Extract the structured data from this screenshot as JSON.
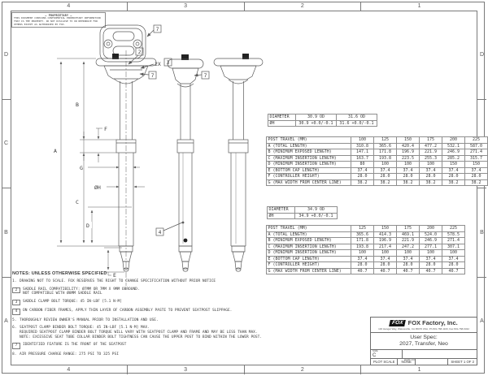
{
  "zones": {
    "cols": [
      "4",
      "3",
      "2",
      "1"
    ],
    "rows": [
      "D",
      "C",
      "B",
      "A"
    ]
  },
  "proprietary": {
    "title": "— PROPRIETARY —",
    "body": "THIS DOCUMENT CONTAINS CONFIDENTIAL PROPRIETARY INFORMATION THAT IS THE PROPERTY. DO NOT DISCLOSE TO OR REPRODUCE FOR OTHERS EXCEPT AS AUTHORIZED BY FOX."
  },
  "tables": {
    "dia1": {
      "rows": [
        {
          "label": "DIAMETER",
          "values": [
            "30.9 OD",
            "31.6 OD"
          ]
        },
        {
          "label": "ØH",
          "values": [
            "30.9 +0.0/-0.1",
            "31.6 +0.0/-0.1"
          ]
        }
      ]
    },
    "travel1": {
      "header": [
        "POST TRAVEL (MM)",
        "100",
        "125",
        "150",
        "175",
        "200",
        "225"
      ],
      "rows": [
        {
          "label": "A (TOTAL LENGTH)",
          "values": [
            "310.8",
            "365.6",
            "420.4",
            "477.2",
            "532.1",
            "587.0"
          ]
        },
        {
          "label": "B (MINIMUM EXPOSED LENGTH)",
          "values": [
            "147.1",
            "171.8",
            "196.9",
            "221.9",
            "246.9",
            "271.4"
          ]
        },
        {
          "label": "C (MAXIMUM INSERTION LENGTH)",
          "values": [
            "163.7",
            "193.8",
            "223.5",
            "255.3",
            "285.2",
            "315.7"
          ]
        },
        {
          "label": "D (MINIMUM INSERTION LENGTH)",
          "values": [
            "80",
            "100",
            "100",
            "100",
            "150",
            "150"
          ]
        },
        {
          "label": "E (BOTTOM CAP LENGTH)",
          "values": [
            "37.4",
            "37.4",
            "37.4",
            "37.4",
            "37.4",
            "37.4"
          ]
        },
        {
          "label": "F (CONTROLLER HEIGHT)",
          "values": [
            "28.0",
            "28.0",
            "28.0",
            "28.0",
            "28.0",
            "28.0"
          ]
        },
        {
          "label": "G (MAX WIDTH FROM CENTER LINE)",
          "values": [
            "38.2",
            "38.2",
            "38.2",
            "38.2",
            "38.2",
            "38.2"
          ]
        }
      ]
    },
    "dia2": {
      "rows": [
        {
          "label": "DIAMETER",
          "values": [
            "34.9 OD"
          ]
        },
        {
          "label": "ØH",
          "values": [
            "34.9 +0.0/-0.1"
          ]
        }
      ]
    },
    "travel2": {
      "header": [
        "POST TRAVEL (MM)",
        "125",
        "150",
        "175",
        "200",
        "225"
      ],
      "rows": [
        {
          "label": "A (TOTAL LENGTH)",
          "values": [
            "365.6",
            "414.3",
            "469.1",
            "524.0",
            "578.5"
          ]
        },
        {
          "label": "B (MINIMUM EXPOSED LENGTH)",
          "values": [
            "171.8",
            "196.9",
            "221.9",
            "246.9",
            "271.4"
          ]
        },
        {
          "label": "C (MAXIMUM INSERTION LENGTH)",
          "values": [
            "193.8",
            "217.4",
            "247.2",
            "277.1",
            "307.1"
          ]
        },
        {
          "label": "D (MINIMUM INSERTION LENGTH)",
          "values": [
            "100",
            "100",
            "100",
            "100",
            "100"
          ]
        },
        {
          "label": "E (BOTTOM CAP LENGTH)",
          "values": [
            "37.4",
            "37.4",
            "37.4",
            "37.4",
            "37.4"
          ]
        },
        {
          "label": "F (CONTROLLER HEIGHT)",
          "values": [
            "28.0",
            "28.0",
            "28.0",
            "28.0",
            "28.0"
          ]
        },
        {
          "label": "G (MAX WIDTH FROM CENTER LINE)",
          "values": [
            "40.7",
            "40.7",
            "40.7",
            "40.7",
            "40.7"
          ]
        }
      ]
    }
  },
  "notes": {
    "title": "NOTES: UNLESS OTHERWISE SPECIFIED",
    "items": [
      {
        "marker": "1.",
        "boxed": false,
        "text": "DRAWING NOT TO SCALE. FOX RESERVES THE RIGHT TO CHANGE SPECIFICATION WITHOUT PRIOR NOTICE"
      },
      {
        "marker": "2",
        "boxed": true,
        "text": "SADDLE RAIL COMPATIBILITY: Ø7MM OR 7MM X 9MM OBROUND.\nNOT COMPATIBLE WITH Ø8MM SADDLE RAIL"
      },
      {
        "marker": "3",
        "boxed": true,
        "text": "SADDLE CLAMP BOLT TORQUE: 45 IN-LBF [5.1 N·M]"
      },
      {
        "marker": "4",
        "boxed": true,
        "text": "ON CARBON FIBER FRAMES, APPLY THIN LAYER OF CARBON ASSEMBLY PASTE TO PREVENT SEATPOST SLIPPAGE."
      },
      {
        "marker": "5.",
        "boxed": false,
        "text": "THOROUGHLY REVIEW OWNER'S MANUAL PRIOR TO INSTALLATION AND USE."
      },
      {
        "marker": "6.",
        "boxed": false,
        "text": "SEATPOST CLAMP BINDER BOLT TORQUE: 45 IN-LBF [5.1 N·M] MAX.\nREQUIRED SEATPOST CLAMP BINDER BOLT TORQUE WILL VARY WITH SEATPOST CLAMP AND FRAME AND MAY BE LESS THAN MAX.\nNOTE: EXCESSIVE SEAT TUBE COLLAR BINDER BOLT TIGHTNESS CAN CAUSE THE UPPER POST TO BIND WITHIN THE LOWER POST."
      },
      {
        "marker": "7",
        "boxed": true,
        "text": "IDENTIFIED FEATURE IS THE FRONT OF THE SEATPOST"
      },
      {
        "marker": "8.",
        "boxed": false,
        "text": "AIR PRESSURE CHARGE RANGE: 275 PSI TO 325 PSI"
      }
    ]
  },
  "title_block": {
    "logo": "FOX",
    "company": "FOX Factory, Inc.",
    "address": "130 Hangar Way, Watsonville, CA 95076 USA, Ph 831-768-1100, Fax 831-768-9342",
    "title_line1": "User Spec:",
    "title_line2": "2027, Transfer, Neo",
    "size_label": "SIZE",
    "size_value": "C",
    "part_no_label": "PART NO.",
    "plot_scale_label": "PLOT SCALE",
    "plot_scale_value": "NONE",
    "sheet": "SHEET 1 OF 2"
  },
  "labels": {
    "A": "A",
    "B": "B",
    "C": "C",
    "D": "D",
    "E": "E",
    "F": "F",
    "G": "G",
    "H": "ØH",
    "two_x": "2X"
  },
  "balloons": {
    "top_view": "7",
    "saddle_clamp": "2",
    "clamp_bolt": "3",
    "front_head": "7",
    "mid_head": "7",
    "lower_tube": "4"
  },
  "colors": {
    "line": "#5a5a5a",
    "text": "#3a3a3a",
    "logo_bg": "#151515"
  }
}
